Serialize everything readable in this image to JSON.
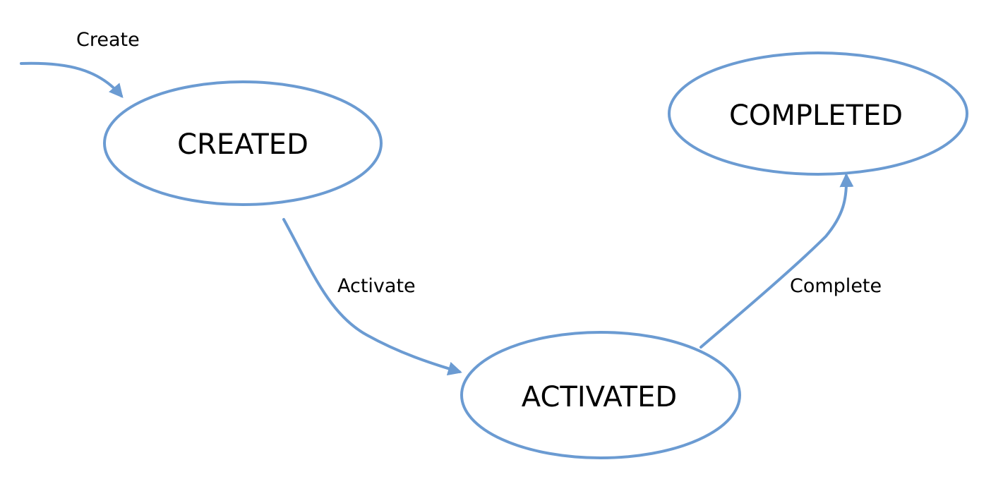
{
  "diagram": {
    "colors": {
      "stroke": "#6B9BD2",
      "text": "#000000",
      "background": "#ffffff"
    },
    "states": {
      "created": {
        "label": "CREATED"
      },
      "activated": {
        "label": "ACTIVATED"
      },
      "completed": {
        "label": "COMPLETED"
      }
    },
    "transitions": {
      "create": {
        "label": "Create"
      },
      "activate": {
        "label": "Activate"
      },
      "complete": {
        "label": "Complete"
      }
    }
  }
}
